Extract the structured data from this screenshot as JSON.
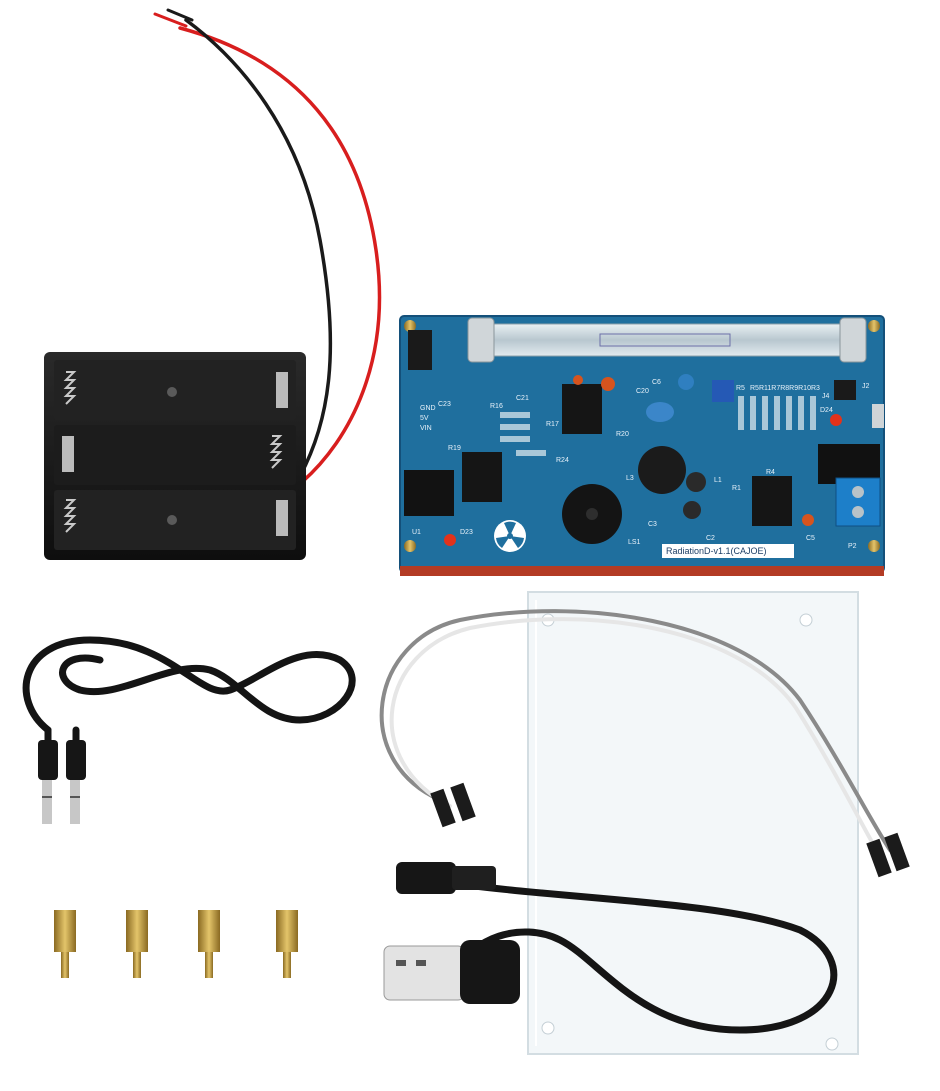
{
  "scene": {
    "background": "#ffffff"
  },
  "board": {
    "version_label": "RadiationD-v1.1(CAJOE)",
    "silkscreen": [
      "C23",
      "C21",
      "C20",
      "C6",
      "R16",
      "R17",
      "R19",
      "R24",
      "R20",
      "D23",
      "D24",
      "L3",
      "L1",
      "R1",
      "R4",
      "C3",
      "C2",
      "C5",
      "LS1",
      "J2",
      "J4",
      "P2",
      "U1",
      "R5",
      "5V",
      "VIN",
      "GND"
    ],
    "resistor_network_label": "R5R11R7R8R9R10R3",
    "pcb_color": "#1f6f9e",
    "tube_color": "#c9d8de"
  },
  "battery_holder": {
    "color": "#1b1b1b",
    "wire_colors": [
      "#d81e1e",
      "#1a1a1a"
    ]
  },
  "accessories": {
    "audio_cable_color": "#141414",
    "jumper_wire_colors": [
      "#8a8a8a",
      "#e6e6e6"
    ],
    "usb_cable_color": "#151515",
    "standoff_color": "#c9a347",
    "acrylic_color": "#eef3f5"
  }
}
